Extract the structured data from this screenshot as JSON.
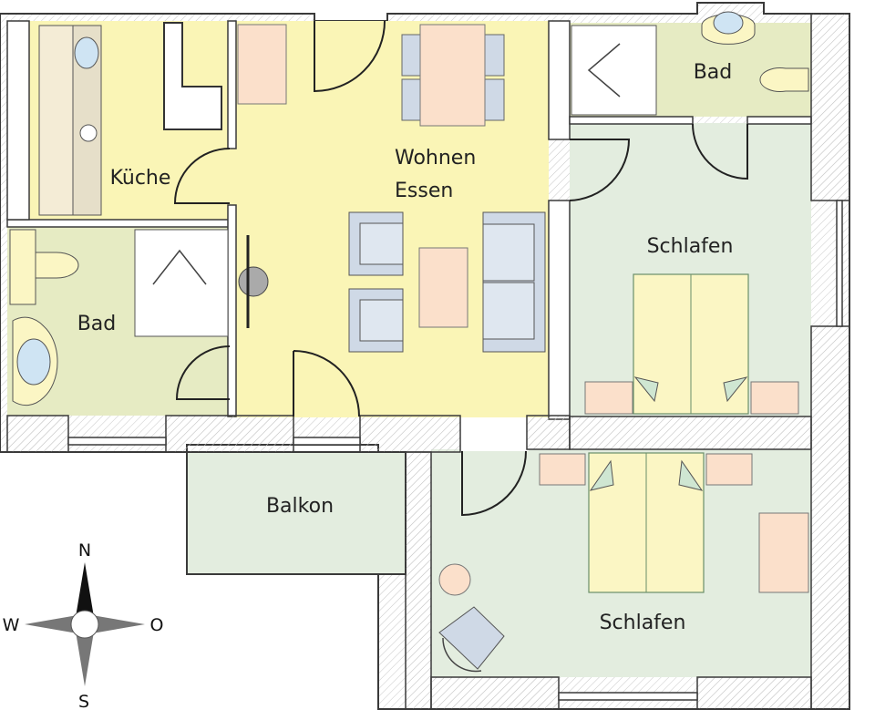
{
  "rooms": {
    "kueche": "Küche",
    "wohnen_line1": "Wohnen",
    "wohnen_line2": "Essen",
    "bad_west": "Bad",
    "bad_east": "Bad",
    "schlafen_east": "Schlafen",
    "schlafen_south": "Schlafen",
    "balkon": "Balkon"
  },
  "compass": {
    "north": "N",
    "south": "S",
    "west": "W",
    "east": "O"
  },
  "colors": {
    "living": "#faf5b6",
    "bath": "#e6ebc3",
    "bedroom": "#e3eddf",
    "wall": "#ffffff",
    "wall_outline": "#3a3a3a",
    "furniture_blue": "#cfd9e6",
    "furniture_peach": "#fbe0cb",
    "bed": "#fbf6c4",
    "pillow": "#cfe6d2"
  }
}
